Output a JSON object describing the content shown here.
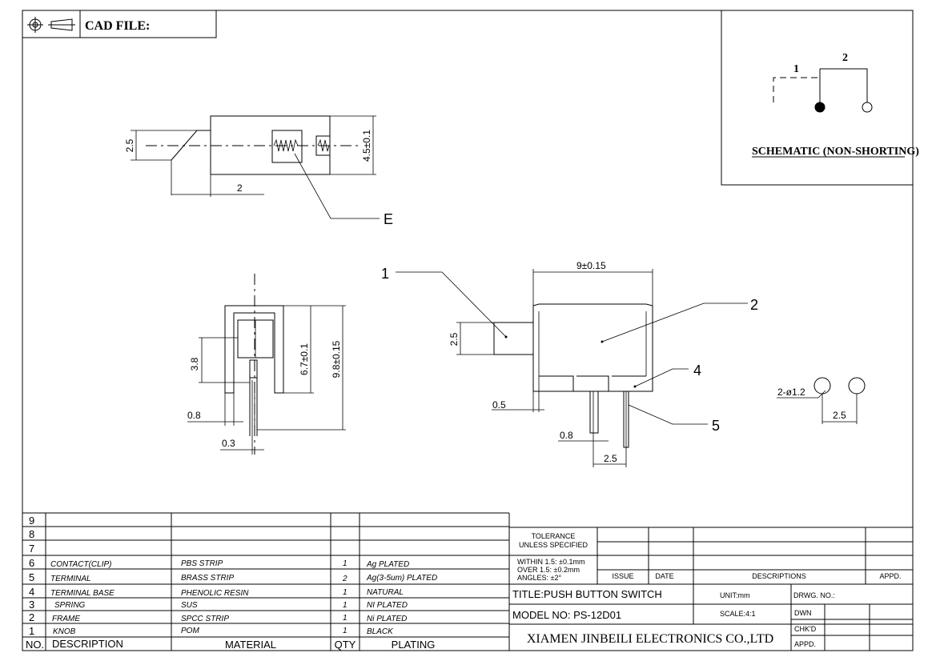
{
  "header": {
    "symbol_icons": [
      "projection-target-icon",
      "cone-icon"
    ],
    "cad_file_label": "CAD FILE:"
  },
  "schematic": {
    "pin1": "1",
    "pin2": "2",
    "caption": "SCHEMATIC (NON-SHORTING)"
  },
  "top_view": {
    "dim_height": "2.5",
    "dim_width": "2",
    "dim_body": "4.5±0.1",
    "callout": "E"
  },
  "front_view": {
    "dim_slot": "3.8",
    "dim_inner": "6.7±0.1",
    "dim_total": "9.8±0.15",
    "dim_pin_w": "0.8",
    "dim_pin_t": "0.3"
  },
  "side_view": {
    "dim_width": "9±0.15",
    "dim_knob": "2.5",
    "dim_offset": "0.5",
    "dim_pin": "0.8",
    "dim_pitch": "2.5",
    "callouts": [
      "1",
      "2",
      "4",
      "5"
    ]
  },
  "pcb": {
    "hole_label": "2-ø1.2",
    "pitch": "2.5"
  },
  "bom": {
    "empty_rows": [
      "9",
      "8",
      "7"
    ],
    "rows": [
      {
        "no": "6",
        "desc": "CONTACT(CLIP)",
        "material": "PBS STRIP",
        "qty": "1",
        "plating": "Ag PLATED"
      },
      {
        "no": "5",
        "desc": "TERMINAL",
        "material": "BRASS STRIP",
        "qty": "2",
        "plating": "Ag(3-5um) PLATED"
      },
      {
        "no": "4",
        "desc": "TERMINAL BASE",
        "material": "PHENOLIC RESIN",
        "qty": "1",
        "plating": "NATURAL"
      },
      {
        "no": "3",
        "desc": "SPRING",
        "material": "SUS",
        "qty": "1",
        "plating": "NI PLATED"
      },
      {
        "no": "2",
        "desc": "FRAME",
        "material": "SPCC STRIP",
        "qty": "1",
        "plating": "Ni PLATED"
      },
      {
        "no": "1",
        "desc": "KNOB",
        "material": "POM",
        "qty": "1",
        "plating": "BLACK"
      }
    ],
    "headers": {
      "no": "NO.",
      "desc": "DESCRIPTION",
      "material": "MATERIAL",
      "qty": "QTY",
      "plating": "PLATING"
    }
  },
  "title_block": {
    "tolerance_1": "TOLERANCE",
    "tolerance_2": "UNLESS SPECIFIED",
    "within": "WITHIN 1.5: ±0.1mm",
    "over": "OVER 1.5: ±0.2mm",
    "angles": "ANGLES: ±2°",
    "issue": "ISSUE",
    "date": "DATE",
    "descriptions": "DESCRIPTIONS",
    "appd": "APPD.",
    "title": "TITLE:PUSH BUTTON SWITCH",
    "unit": "UNIT:mm",
    "drwg_no": "DRWG. NO.:",
    "model": "MODEL NO: PS-12D01",
    "scale": "SCALE:4:1",
    "dwn": "DWN",
    "chkd": "CHK'D",
    "appd2": "APPD.",
    "company": "XIAMEN JINBEILI ELECTRONICS CO.,LTD"
  }
}
